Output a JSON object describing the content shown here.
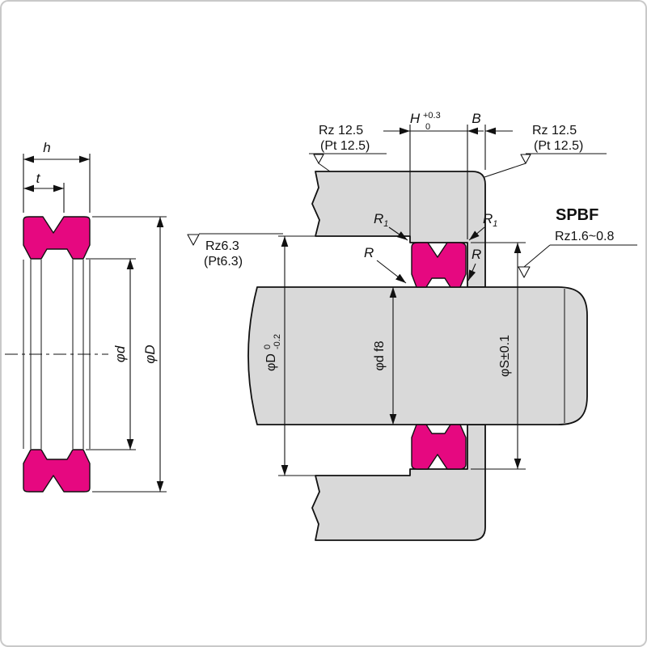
{
  "colors": {
    "seal": "#e60880",
    "metal": "#d9d9d9",
    "line": "#111111"
  },
  "left_view": {
    "dim_h": "h",
    "dim_t": "t",
    "dim_inner_diameter": "φd",
    "dim_outer_diameter": "φD"
  },
  "right_view": {
    "surface_finish": {
      "top_left": {
        "line1": "Rz 12.5",
        "line2": "(Pt 12.5)"
      },
      "top_right": {
        "line1": "Rz 12.5",
        "line2": "(Pt 12.5)"
      },
      "bore": {
        "line1": "Rz6.3",
        "line2": "(Pt6.3)"
      },
      "seal": {
        "name": "SPBF",
        "roughness": "Rz1.6~0.8"
      }
    },
    "dims": {
      "groove_width": {
        "label": "H",
        "tol_upper": "+0.3",
        "tol_lower": "0"
      },
      "land_width": "B",
      "radius_main": "R",
      "radius_sub": {
        "label": "R",
        "sub": "1"
      },
      "bore_diameter": {
        "label": "φD",
        "tol_upper": "0",
        "tol_lower": "-0.2"
      },
      "rod_diameter": "φd f8",
      "groove_diameter": "φS±0.1"
    }
  }
}
